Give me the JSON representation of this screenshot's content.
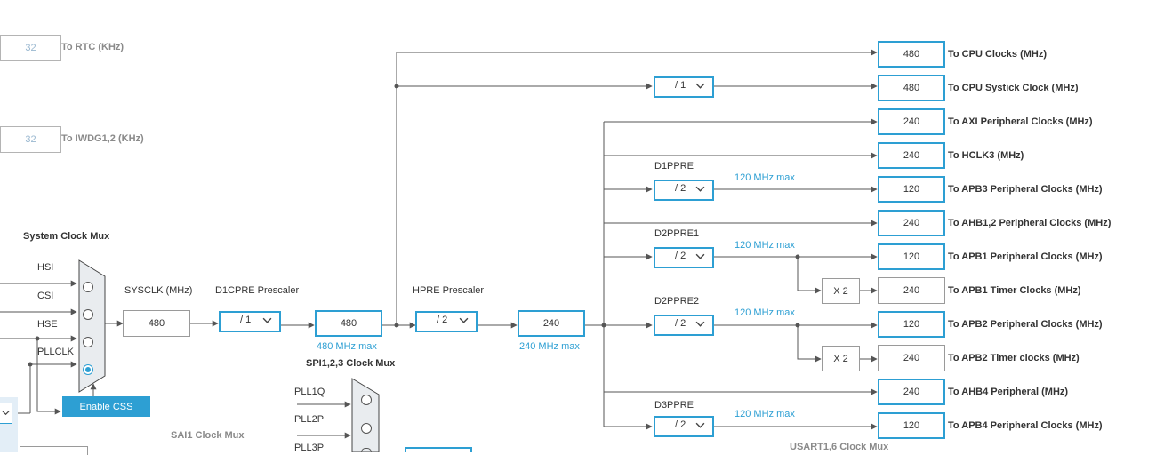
{
  "rtc": {
    "value": "32",
    "label": "To RTC (KHz)"
  },
  "iwdg": {
    "value": "32",
    "label": "To IWDG1,2 (KHz)"
  },
  "system_mux": {
    "title": "System Clock Mux",
    "inputs": [
      "HSI",
      "CSI",
      "HSE",
      "PLLCLK"
    ],
    "enable_css": "Enable CSS"
  },
  "sysclk": {
    "label": "SYSCLK (MHz)",
    "value": "480"
  },
  "d1cpre": {
    "label": "D1CPRE Prescaler",
    "value": "/ 1"
  },
  "d1_out": {
    "value": "480",
    "max": "480 MHz max"
  },
  "hpre": {
    "label": "HPRE Prescaler",
    "value": "/ 2"
  },
  "hpre_out": {
    "value": "240",
    "max": "240 MHz max"
  },
  "systick_div": {
    "value": "/ 1"
  },
  "d1ppre": {
    "label": "D1PPRE",
    "value": "/ 2",
    "max": "120 MHz max"
  },
  "d2ppre1": {
    "label": "D2PPRE1",
    "value": "/ 2",
    "max": "120 MHz max"
  },
  "d2ppre2": {
    "label": "D2PPRE2",
    "value": "/ 2",
    "max": "120 MHz max"
  },
  "d3ppre": {
    "label": "D3PPRE",
    "value": "/ 2",
    "max": "120 MHz max"
  },
  "timer_mult": {
    "apb1": "X 2",
    "apb2": "X 2"
  },
  "outputs": [
    {
      "value": "480",
      "label": "To CPU Clocks (MHz)"
    },
    {
      "value": "480",
      "label": "To CPU Systick Clock (MHz)"
    },
    {
      "value": "240",
      "label": "To AXI Peripheral Clocks (MHz)"
    },
    {
      "value": "240",
      "label": "To HCLK3 (MHz)"
    },
    {
      "value": "120",
      "label": "To APB3 Peripheral Clocks (MHz)"
    },
    {
      "value": "240",
      "label": "To AHB1,2 Peripheral Clocks (MHz)"
    },
    {
      "value": "120",
      "label": "To APB1 Peripheral Clocks (MHz)"
    },
    {
      "value": "240",
      "label": "To APB1 Timer Clocks (MHz)"
    },
    {
      "value": "120",
      "label": "To APB2 Peripheral Clocks (MHz)"
    },
    {
      "value": "240",
      "label": "To APB2 Timer clocks (MHz)"
    },
    {
      "value": "240",
      "label": "To AHB4 Peripheral (MHz)"
    },
    {
      "value": "120",
      "label": "To APB4 Peripheral Clocks (MHz)"
    }
  ],
  "spi_mux": {
    "title": "SPI1,2,3 Clock Mux",
    "inputs": [
      "PLL1Q",
      "PLL2P",
      "PLL3P"
    ]
  },
  "sai1_mux": {
    "title": "SAI1 Clock Mux"
  },
  "usart_mux": {
    "title": "USART1,6 Clock Mux"
  }
}
